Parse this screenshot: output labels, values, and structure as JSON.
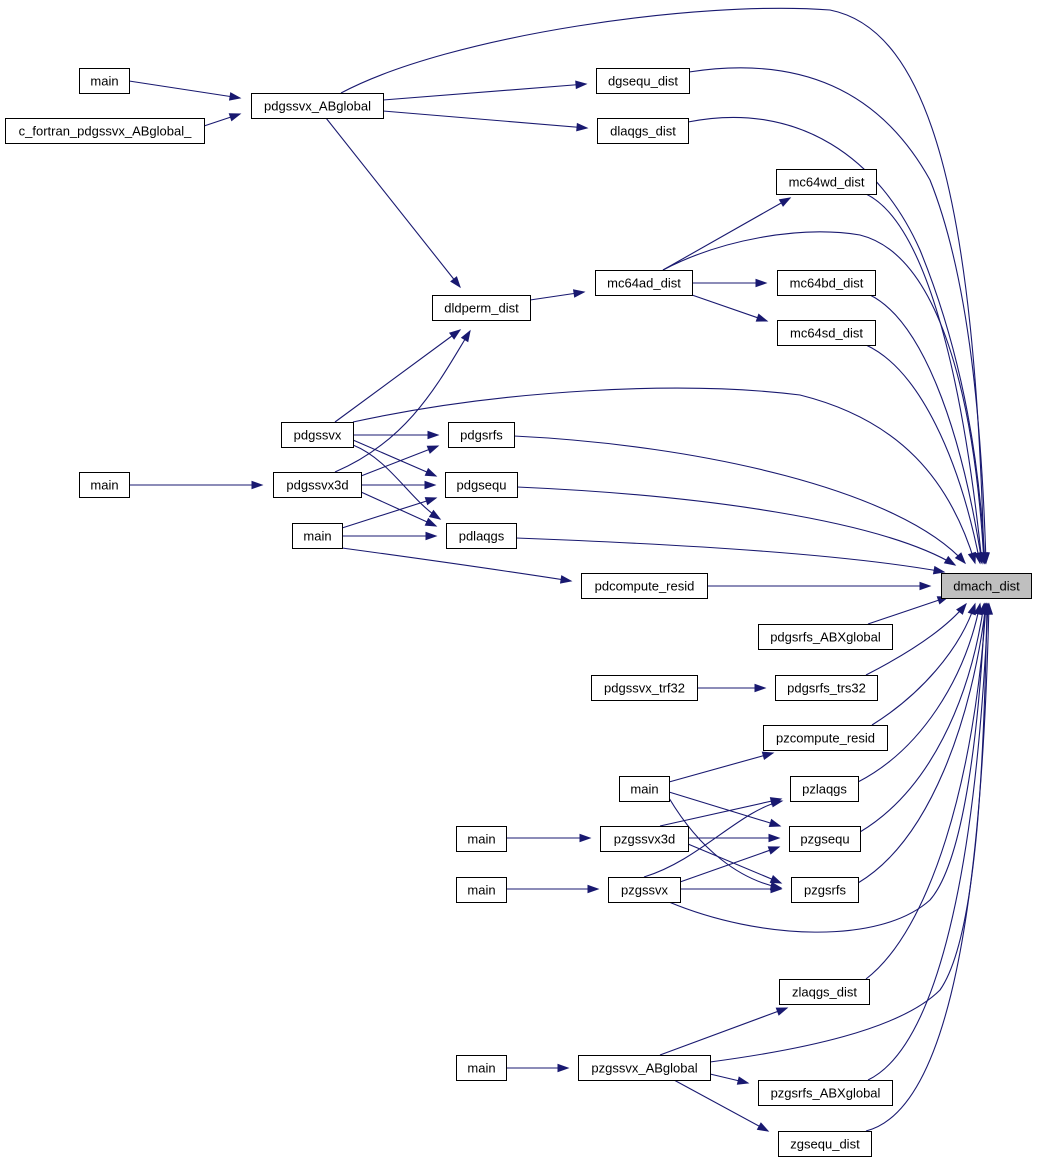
{
  "graph": {
    "target": "n_dmach",
    "colors": {
      "edge": "#191970",
      "node_border": "#000000",
      "node_fill": "#ffffff",
      "target_fill": "#bfbfbf"
    },
    "nodes": [
      {
        "id": "n_main1",
        "label": "main"
      },
      {
        "id": "n_cfortran",
        "label": "c_fortran_pdgssvx_ABglobal_"
      },
      {
        "id": "n_pdgssvxAB",
        "label": "pdgssvx_ABglobal"
      },
      {
        "id": "n_dgsequ",
        "label": "dgsequ_dist"
      },
      {
        "id": "n_dlaqgs",
        "label": "dlaqgs_dist"
      },
      {
        "id": "n_mc64wd",
        "label": "mc64wd_dist"
      },
      {
        "id": "n_mc64ad",
        "label": "mc64ad_dist"
      },
      {
        "id": "n_mc64bd",
        "label": "mc64bd_dist"
      },
      {
        "id": "n_mc64sd",
        "label": "mc64sd_dist"
      },
      {
        "id": "n_dldperm",
        "label": "dldperm_dist"
      },
      {
        "id": "n_pdgssvx",
        "label": "pdgssvx"
      },
      {
        "id": "n_pdgsrfs",
        "label": "pdgsrfs"
      },
      {
        "id": "n_main2",
        "label": "main"
      },
      {
        "id": "n_pdgssvx3d",
        "label": "pdgssvx3d"
      },
      {
        "id": "n_pdgsequ",
        "label": "pdgsequ"
      },
      {
        "id": "n_main3",
        "label": "main"
      },
      {
        "id": "n_pdlaqgs",
        "label": "pdlaqgs"
      },
      {
        "id": "n_pdcompute",
        "label": "pdcompute_resid"
      },
      {
        "id": "n_dmach",
        "label": "dmach_dist"
      },
      {
        "id": "n_pdgsrfsABX",
        "label": "pdgsrfs_ABXglobal"
      },
      {
        "id": "n_pdgssvxtrf32",
        "label": "pdgssvx_trf32"
      },
      {
        "id": "n_pdgsrfstrs32",
        "label": "pdgsrfs_trs32"
      },
      {
        "id": "n_pzcompute",
        "label": "pzcompute_resid"
      },
      {
        "id": "n_main4",
        "label": "main"
      },
      {
        "id": "n_pzlaqgs",
        "label": "pzlaqgs"
      },
      {
        "id": "n_main5",
        "label": "main"
      },
      {
        "id": "n_pzgssvx3d",
        "label": "pzgssvx3d"
      },
      {
        "id": "n_pzgsequ",
        "label": "pzgsequ"
      },
      {
        "id": "n_main6",
        "label": "main"
      },
      {
        "id": "n_pzgssvx",
        "label": "pzgssvx"
      },
      {
        "id": "n_pzgsrfs",
        "label": "pzgsrfs"
      },
      {
        "id": "n_zlaqgs",
        "label": "zlaqgs_dist"
      },
      {
        "id": "n_main7",
        "label": "main"
      },
      {
        "id": "n_pzgssvxAB",
        "label": "pzgssvx_ABglobal"
      },
      {
        "id": "n_pzgsrfsABX",
        "label": "pzgsrfs_ABXglobal"
      },
      {
        "id": "n_zgsequ",
        "label": "zgsequ_dist"
      }
    ],
    "edges": [
      {
        "from": "n_main1",
        "to": "n_pdgssvxAB"
      },
      {
        "from": "n_cfortran",
        "to": "n_pdgssvxAB"
      },
      {
        "from": "n_pdgssvxAB",
        "to": "n_dgsequ"
      },
      {
        "from": "n_pdgssvxAB",
        "to": "n_dlaqgs"
      },
      {
        "from": "n_pdgssvxAB",
        "to": "n_dldperm"
      },
      {
        "from": "n_pdgssvxAB",
        "to": "n_dmach"
      },
      {
        "from": "n_dgsequ",
        "to": "n_dmach"
      },
      {
        "from": "n_dlaqgs",
        "to": "n_dmach"
      },
      {
        "from": "n_mc64wd",
        "to": "n_dmach"
      },
      {
        "from": "n_mc64ad",
        "to": "n_mc64wd"
      },
      {
        "from": "n_mc64ad",
        "to": "n_mc64bd"
      },
      {
        "from": "n_mc64ad",
        "to": "n_mc64sd"
      },
      {
        "from": "n_mc64ad",
        "to": "n_dmach"
      },
      {
        "from": "n_mc64bd",
        "to": "n_dmach"
      },
      {
        "from": "n_mc64sd",
        "to": "n_dmach"
      },
      {
        "from": "n_dldperm",
        "to": "n_mc64ad"
      },
      {
        "from": "n_pdgssvx",
        "to": "n_dldperm"
      },
      {
        "from": "n_pdgssvx3d",
        "to": "n_dldperm"
      },
      {
        "from": "n_pdgssvx",
        "to": "n_dmach"
      },
      {
        "from": "n_pdgssvx",
        "to": "n_pdgsrfs"
      },
      {
        "from": "n_pdgssvx",
        "to": "n_pdgsequ"
      },
      {
        "from": "n_pdgssvx",
        "to": "n_pdlaqgs"
      },
      {
        "from": "n_pdgssvx3d",
        "to": "n_pdgsrfs"
      },
      {
        "from": "n_pdgssvx3d",
        "to": "n_pdgsequ"
      },
      {
        "from": "n_pdgssvx3d",
        "to": "n_pdlaqgs"
      },
      {
        "from": "n_main2",
        "to": "n_pdgssvx3d"
      },
      {
        "from": "n_main3",
        "to": "n_pdgsequ"
      },
      {
        "from": "n_main3",
        "to": "n_pdlaqgs"
      },
      {
        "from": "n_main3",
        "to": "n_pdcompute"
      },
      {
        "from": "n_pdgsrfs",
        "to": "n_dmach"
      },
      {
        "from": "n_pdgsequ",
        "to": "n_dmach"
      },
      {
        "from": "n_pdlaqgs",
        "to": "n_dmach"
      },
      {
        "from": "n_pdcompute",
        "to": "n_dmach"
      },
      {
        "from": "n_pdgsrfsABX",
        "to": "n_dmach"
      },
      {
        "from": "n_pdgssvxtrf32",
        "to": "n_pdgsrfstrs32"
      },
      {
        "from": "n_pdgsrfstrs32",
        "to": "n_dmach"
      },
      {
        "from": "n_pzcompute",
        "to": "n_dmach"
      },
      {
        "from": "n_main4",
        "to": "n_pzcompute"
      },
      {
        "from": "n_main4",
        "to": "n_pzgsequ"
      },
      {
        "from": "n_main4",
        "to": "n_pzgsrfs"
      },
      {
        "from": "n_pzlaqgs",
        "to": "n_dmach"
      },
      {
        "from": "n_main5",
        "to": "n_pzgssvx3d"
      },
      {
        "from": "n_pzgssvx3d",
        "to": "n_pzlaqgs"
      },
      {
        "from": "n_pzgssvx3d",
        "to": "n_pzgsequ"
      },
      {
        "from": "n_pzgssvx3d",
        "to": "n_pzgsrfs"
      },
      {
        "from": "n_pzgsequ",
        "to": "n_dmach"
      },
      {
        "from": "n_main6",
        "to": "n_pzgssvx"
      },
      {
        "from": "n_pzgssvx",
        "to": "n_pzlaqgs"
      },
      {
        "from": "n_pzgssvx",
        "to": "n_pzgsequ"
      },
      {
        "from": "n_pzgssvx",
        "to": "n_pzgsrfs"
      },
      {
        "from": "n_pzgssvx",
        "to": "n_dmach"
      },
      {
        "from": "n_pzgsrfs",
        "to": "n_dmach"
      },
      {
        "from": "n_zlaqgs",
        "to": "n_dmach"
      },
      {
        "from": "n_main7",
        "to": "n_pzgssvxAB"
      },
      {
        "from": "n_pzgssvxAB",
        "to": "n_zlaqgs"
      },
      {
        "from": "n_pzgssvxAB",
        "to": "n_pzgsrfsABX"
      },
      {
        "from": "n_pzgssvxAB",
        "to": "n_zgsequ"
      },
      {
        "from": "n_pzgssvxAB",
        "to": "n_dmach"
      },
      {
        "from": "n_pzgsrfsABX",
        "to": "n_dmach"
      },
      {
        "from": "n_zgsequ",
        "to": "n_dmach"
      }
    ]
  }
}
